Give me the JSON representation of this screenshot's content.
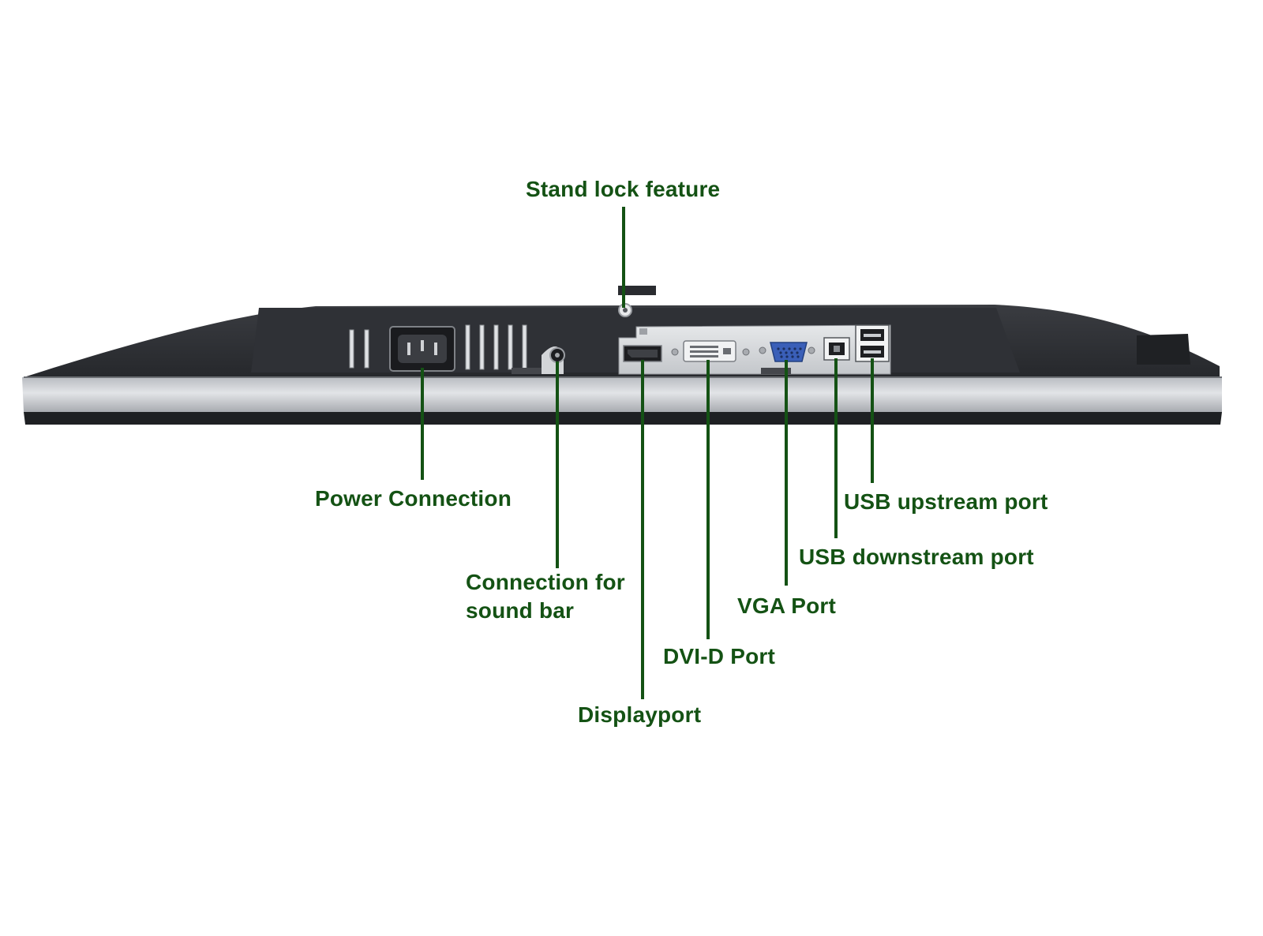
{
  "colors": {
    "label_text": "#145214",
    "leader_line": "#145214",
    "bezel_dark": "#2b2d31",
    "bezel_silver": "#c9ccd0",
    "port_panel": "#d7d9dc",
    "vga_blue": "#3a5fb8"
  },
  "labels": {
    "stand_lock": "Stand lock feature",
    "power": "Power Connection",
    "sound_bar_line1": "Connection for",
    "sound_bar_line2": "sound bar",
    "displayport": "Displayport",
    "dvi": "DVI-D Port",
    "vga": "VGA Port",
    "usb_downstream": "USB downstream port",
    "usb_upstream": "USB upstream port"
  }
}
